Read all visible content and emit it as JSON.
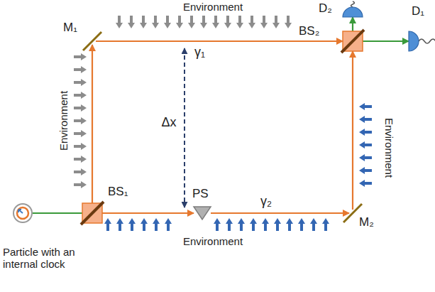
{
  "diagram": {
    "nodes": [
      {
        "text": [
          "Particle with an internal clock"
        ]
      },
      {
        "text": [
          "BS₁"
        ]
      },
      {
        "text": [
          "M₁"
        ]
      },
      {
        "text": [
          "PS"
        ]
      },
      {
        "text": [
          "M₂"
        ]
      },
      {
        "text": [
          "BS₂"
        ]
      },
      {
        "text": [
          "D₁"
        ]
      },
      {
        "text": [
          "D₂"
        ]
      }
    ],
    "edges": [
      {
        "from": 0,
        "to": 1,
        "arrow": "none"
      },
      {
        "from": 1,
        "to": 2,
        "arrow": "to"
      },
      {
        "from": 2,
        "to": 5,
        "label": "γ₁",
        "arrow": "to"
      },
      {
        "from": 1,
        "to": 3,
        "arrow": "to"
      },
      {
        "from": 3,
        "to": 4,
        "label": "γ₂",
        "arrow": "to"
      },
      {
        "from": 4,
        "to": 5,
        "arrow": "to"
      },
      {
        "from": 5,
        "to": 6,
        "arrow": "to"
      },
      {
        "from": 5,
        "to": 7,
        "arrow": "to"
      }
    ],
    "labels": [
      "Environment",
      "Environment",
      "Environment",
      "Environment",
      "Δx"
    ]
  }
}
